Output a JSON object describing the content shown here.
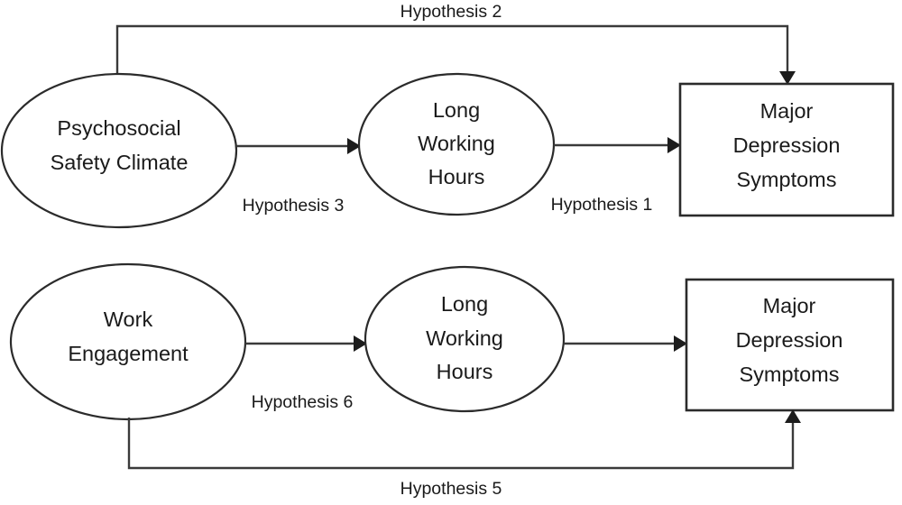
{
  "diagram": {
    "title": "Hypothesised research model: Psychosocial Safety Climate, Work Engagement, Long Working Hours and Major Depression Symptoms",
    "colors": {
      "background": "#ffffff",
      "stroke": "#2b2b2b",
      "edge": "#3a3a3a",
      "text": "#1a1a1a"
    },
    "rows": [
      {
        "id": "top-row",
        "nodes": [
          {
            "id": "psychosocial-safety-climate",
            "shape": "ellipse",
            "lines": [
              "Psychosocial",
              "Safety Climate"
            ]
          },
          {
            "id": "long-working-hours-top",
            "shape": "ellipse",
            "lines": [
              "Long",
              "Working",
              "Hours"
            ]
          },
          {
            "id": "major-depression-symptoms-top",
            "shape": "rectangle",
            "lines": [
              "Major",
              "Depression",
              "Symptoms"
            ]
          }
        ],
        "edges": [
          {
            "id": "hypothesis-3",
            "label": "Hypothesis 3",
            "from": "psychosocial-safety-climate",
            "to": "long-working-hours-top"
          },
          {
            "id": "hypothesis-1",
            "label": "Hypothesis 1",
            "from": "long-working-hours-top",
            "to": "major-depression-symptoms-top"
          },
          {
            "id": "hypothesis-2",
            "label": "Hypothesis 2",
            "from": "psychosocial-safety-climate",
            "to": "major-depression-symptoms-top"
          }
        ]
      },
      {
        "id": "bottom-row",
        "nodes": [
          {
            "id": "work-engagement",
            "shape": "ellipse",
            "lines": [
              "Work",
              "Engagement"
            ]
          },
          {
            "id": "long-working-hours-bottom",
            "shape": "ellipse",
            "lines": [
              "Long",
              "Working",
              "Hours"
            ]
          },
          {
            "id": "major-depression-symptoms-bottom",
            "shape": "rectangle",
            "lines": [
              "Major",
              "Depression",
              "Symptoms"
            ]
          }
        ],
        "edges": [
          {
            "id": "hypothesis-6",
            "label": "Hypothesis 6",
            "from": "work-engagement",
            "to": "long-working-hours-bottom"
          },
          {
            "id": "hypothesis-4",
            "label": "",
            "from": "long-working-hours-bottom",
            "to": "major-depression-symptoms-bottom"
          },
          {
            "id": "hypothesis-5",
            "label": "Hypothesis 5",
            "from": "work-engagement",
            "to": "major-depression-symptoms-bottom"
          }
        ]
      }
    ],
    "labels": {
      "psc_line1": "Psychosocial",
      "psc_line2": "Safety Climate",
      "lwh_top_line1": "Long",
      "lwh_top_line2": "Working",
      "lwh_top_line3": "Hours",
      "mds_top_line1": "Major",
      "mds_top_line2": "Depression",
      "mds_top_line3": "Symptoms",
      "we_line1": "Work",
      "we_line2": "Engagement",
      "lwh_bottom_line1": "Long",
      "lwh_bottom_line2": "Working",
      "lwh_bottom_line3": "Hours",
      "mds_bottom_line1": "Major",
      "mds_bottom_line2": "Depression",
      "mds_bottom_line3": "Symptoms",
      "hypothesis_1": "Hypothesis 1",
      "hypothesis_2": "Hypothesis 2",
      "hypothesis_3": "Hypothesis 3",
      "hypothesis_5": "Hypothesis 5",
      "hypothesis_6": "Hypothesis 6"
    }
  }
}
